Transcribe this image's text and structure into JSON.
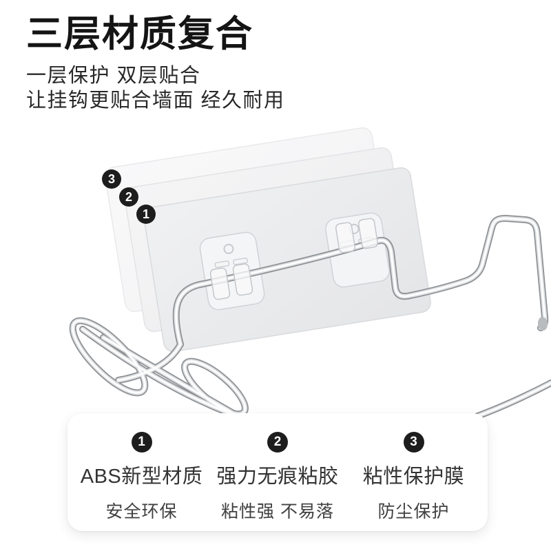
{
  "header": {
    "title": "三层材质复合",
    "subtitle_line1": "一层保护 双层贴合",
    "subtitle_line2": "让挂钩更贴合墙面 经久耐用"
  },
  "product": {
    "layers": [
      {
        "badge": "3"
      },
      {
        "badge": "2"
      },
      {
        "badge": "1"
      }
    ]
  },
  "features": {
    "items": [
      {
        "badge": "1",
        "title": "ABS新型材质",
        "desc": "安全环保"
      },
      {
        "badge": "2",
        "title": "强力无痕粘胶",
        "desc": "粘性强 不易落"
      },
      {
        "badge": "3",
        "title": "粘性保护膜",
        "desc": "防尘保护"
      }
    ]
  },
  "colors": {
    "badge_bg": "#1d1d1d",
    "badge_text": "#ffffff",
    "title_text": "#141414",
    "subtitle_text": "#282828",
    "feature_title_text": "#333333",
    "feature_desc_text": "#404040",
    "card_bg": "#ffffff",
    "sheet_front": "#e9eaec",
    "sheet_back": "#f7f7f8",
    "wire_dark": "#8e9194",
    "wire_light": "#ffffff"
  }
}
